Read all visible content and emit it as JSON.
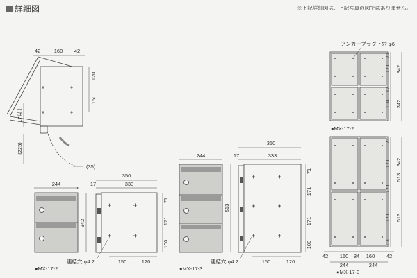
{
  "header": {
    "title": "詳細図",
    "note": "※下記詳細図は、上記写真の図ではありません。"
  },
  "side_view": {
    "dim_top": [
      "42",
      "160",
      "42"
    ],
    "dim_right": [
      "120",
      "150"
    ],
    "label_17": "17以上",
    "label_225": "(225)",
    "label_35": "(35)"
  },
  "mx172_front": {
    "dim_w": "244",
    "dim_h": "342",
    "caption": "●MX-17-2"
  },
  "mx172_side": {
    "dim_total": "350",
    "dim_a": "17",
    "dim_b": "333",
    "dim_right": [
      "71",
      "171",
      "100"
    ],
    "dim_bottom": [
      "150",
      "120"
    ],
    "hole_label": "連結穴 φ4.2"
  },
  "mx173_front": {
    "dim_w": "244",
    "dim_h": "513",
    "caption": "●MX-17-3"
  },
  "mx173_side": {
    "dim_total": "350",
    "dim_a": "17",
    "dim_b": "333",
    "dim_right": [
      "71",
      "171",
      "171",
      "100"
    ],
    "dim_bottom": [
      "150",
      "120"
    ],
    "hole_label": "連結穴 φ4.2"
  },
  "top_right": {
    "anchor_label": "アンカープラグ下穴 φ6",
    "dim_right_a": [
      "71",
      "171",
      "171",
      "100"
    ],
    "dim_right_b": [
      "342",
      "342"
    ],
    "caption": "●MX-17-2"
  },
  "bottom_right": {
    "dim_right_a": [
      "71",
      "171",
      "171",
      "171",
      "100"
    ],
    "dim_right_b": [
      "342",
      "513",
      "513"
    ],
    "dim_bottom_a": [
      "42",
      "160",
      "84",
      "160",
      "42"
    ],
    "dim_bottom_b": [
      "244",
      "244"
    ],
    "caption": "●MX-17-3"
  }
}
